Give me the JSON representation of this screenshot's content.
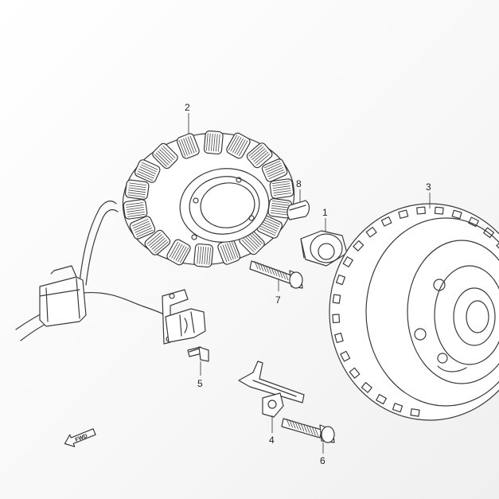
{
  "callouts": [
    {
      "id": "1",
      "label": "1"
    },
    {
      "id": "2",
      "label": "2"
    },
    {
      "id": "3",
      "label": "3"
    },
    {
      "id": "4",
      "label": "4"
    },
    {
      "id": "5",
      "label": "5"
    },
    {
      "id": "6",
      "label": "6"
    },
    {
      "id": "7",
      "label": "7"
    },
    {
      "id": "8",
      "label": "8"
    }
  ],
  "direction_arrow": {
    "label": "FWD"
  },
  "icons": [
    "stator-coil-icon",
    "flywheel-rotor-icon",
    "starter-clutch-gear-icon",
    "woodruff-key-icon",
    "bolt-icon",
    "wire-clamp-icon",
    "pickup-coil-icon",
    "arrow-left-icon"
  ]
}
